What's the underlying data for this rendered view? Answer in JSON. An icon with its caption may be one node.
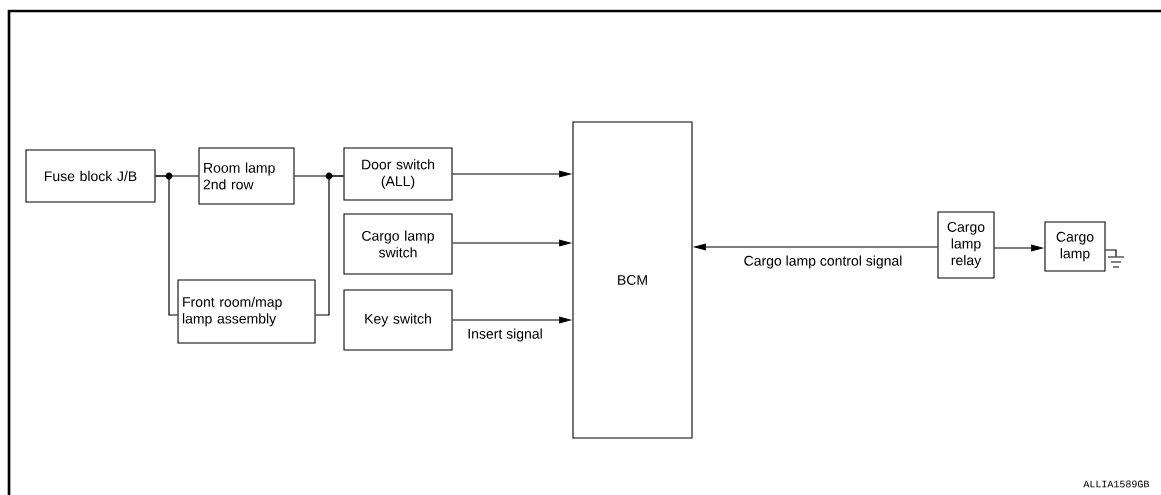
{
  "diagram": {
    "nodes": [
      {
        "text": [
          "Fuse block J/B"
        ]
      },
      {
        "text": [
          "Room lamp 2nd row"
        ]
      },
      {
        "text": [
          "Front room/map lamp assembly"
        ]
      },
      {
        "text": [
          "Door switch (ALL)"
        ]
      },
      {
        "text": [
          "Cargo lamp switch"
        ]
      },
      {
        "text": [
          "Key switch"
        ]
      },
      {
        "text": [
          "BCM"
        ]
      },
      {
        "text": [
          "Cargo lamp relay"
        ]
      },
      {
        "text": [
          "Cargo lamp"
        ]
      },
      {
        "text": [],
        "shape": "ground"
      }
    ],
    "edges": [
      {
        "from": 0,
        "to": 1,
        "arrow": "none"
      },
      {
        "from": 0,
        "to": 2,
        "arrow": "none"
      },
      {
        "from": 1,
        "to": 3,
        "arrow": "none"
      },
      {
        "from": 2,
        "to": 3,
        "arrow": "none"
      },
      {
        "from": 3,
        "to": 6,
        "arrow": "to"
      },
      {
        "from": 4,
        "to": 6,
        "arrow": "to"
      },
      {
        "from": 5,
        "to": 6,
        "arrow": "to",
        "label": "Insert signal"
      },
      {
        "from": 7,
        "to": 6,
        "arrow": "to",
        "label": "Cargo lamp control signal"
      },
      {
        "from": 7,
        "to": 8,
        "arrow": "to"
      },
      {
        "from": 8,
        "to": 9,
        "arrow": "none"
      }
    ],
    "labels": [
      "ALLIA1589GB"
    ]
  }
}
